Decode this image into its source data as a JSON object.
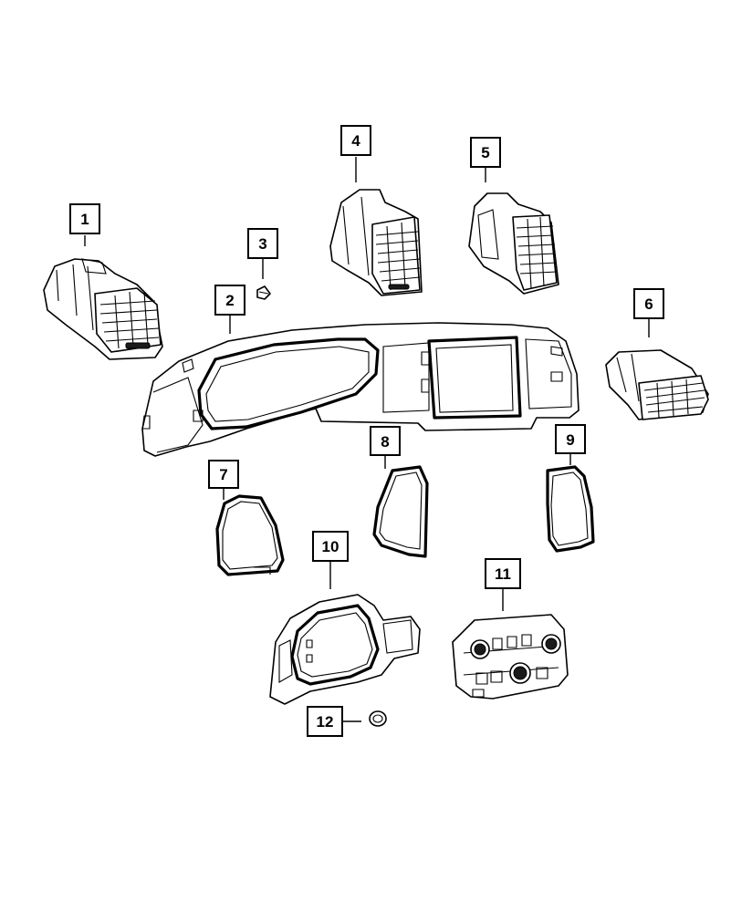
{
  "callouts": [
    {
      "label": "1"
    },
    {
      "label": "2"
    },
    {
      "label": "3"
    },
    {
      "label": "4"
    },
    {
      "label": "5"
    },
    {
      "label": "6"
    },
    {
      "label": "7"
    },
    {
      "label": "8"
    },
    {
      "label": "9"
    },
    {
      "label": "10"
    },
    {
      "label": "11"
    },
    {
      "label": "12"
    }
  ],
  "colors": {
    "ink": "#000000",
    "paper": "#ffffff"
  }
}
